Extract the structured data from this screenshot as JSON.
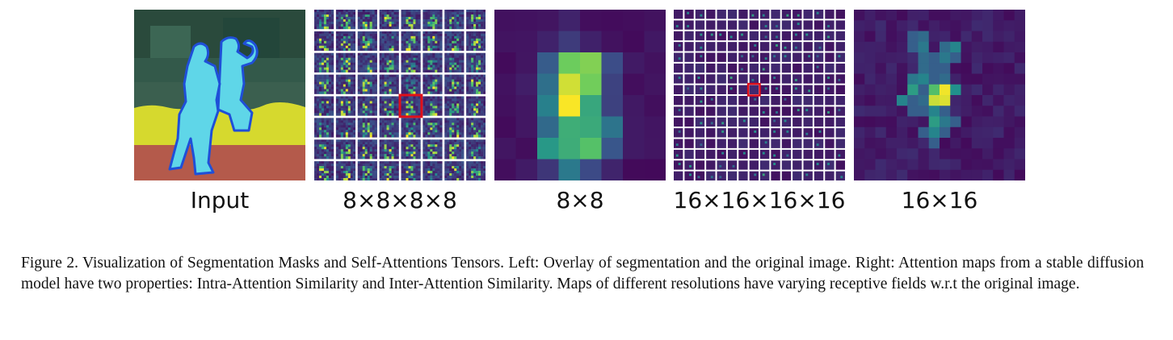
{
  "figure": {
    "panels": [
      {
        "id": "input",
        "label": "Input"
      },
      {
        "id": "attn-8x8x8x8",
        "label": "8×8×8×8"
      },
      {
        "id": "attn-8x8",
        "label": "8×8"
      },
      {
        "id": "attn-16x16x16x16",
        "label": "16×16×16×16"
      },
      {
        "id": "attn-16x16",
        "label": "16×16"
      }
    ],
    "caption": "Figure 2. Visualization of Segmentation Masks and Self-Attentions Tensors. Left: Overlay of segmentation and the original image. Right: Attention maps from a stable diffusion model have two properties: Intra-Attention Similarity and Inter-Attention Similarity. Maps of different resolutions have varying receptive fields w.r.t the original image."
  },
  "colors": {
    "viridis_dark": "#440154",
    "viridis_yellow": "#fde725",
    "viridis_teal": "#21918c",
    "highlight_box": "#e0101a",
    "mask_person": "#5fd6e8",
    "mask_outline": "#1f4fd8",
    "mask_ground": "#d8dc30",
    "field_dirt": "#b65a4c",
    "background_trees": "#355a48"
  }
}
